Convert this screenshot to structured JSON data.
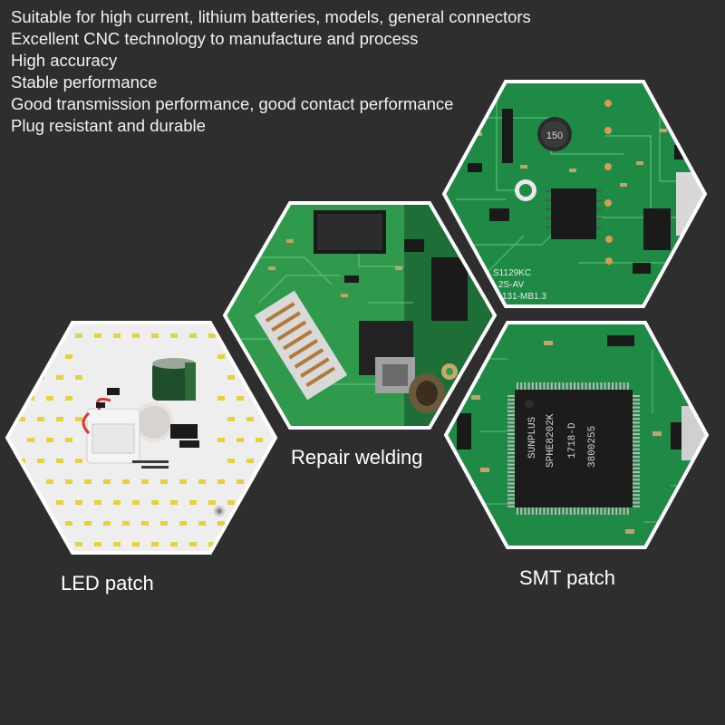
{
  "features": [
    "Suitable for high current, lithium batteries, models, general connectors",
    "Excellent CNC technology to manufacture and process",
    "High accuracy",
    "Stable performance",
    "Good transmission performance, good contact performance",
    "Plug resistant and durable"
  ],
  "captions": {
    "repair": "Repair welding",
    "led": "LED patch",
    "smt": "SMT patch"
  },
  "board_markings": {
    "inductor": "150",
    "silkscreen_top": "S1129KC",
    "silkscreen_mid": "2S-AV",
    "silkscreen_bot": "131-MB1.3",
    "chip_brand": "SUNPLUS",
    "chip_model": "SPHE8202K",
    "chip_date": "1718-D",
    "chip_lot": "3800255"
  },
  "colors": {
    "background": "#2e2e2e",
    "pcb_green": "#1f8a45",
    "pcb_green_dark": "#137036",
    "led_board": "#eeeeee",
    "hex_border": "#ffffff"
  }
}
